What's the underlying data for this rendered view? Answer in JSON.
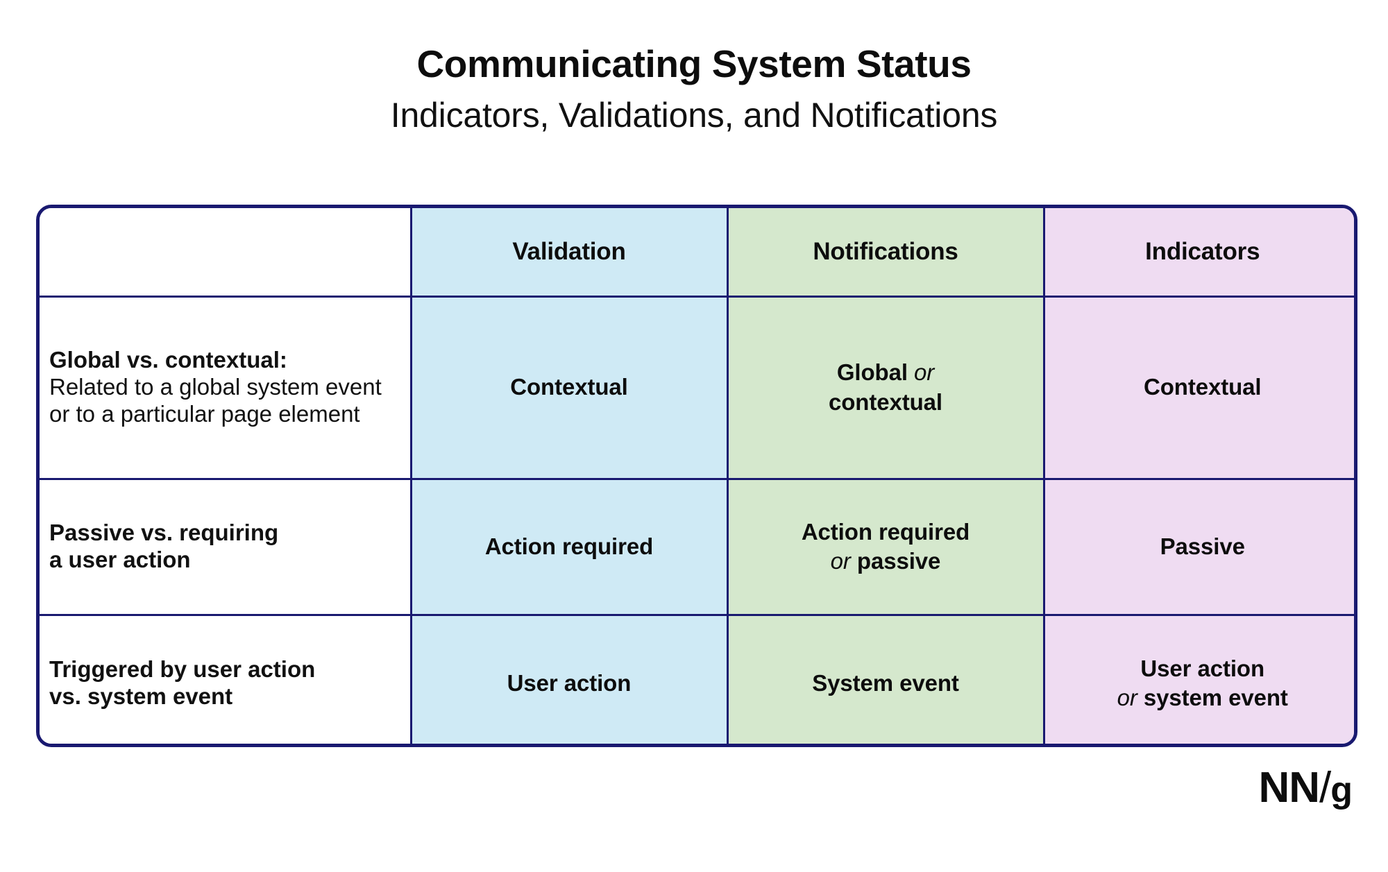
{
  "header": {
    "title": "Communicating System Status",
    "subtitle": "Indicators, Validations, and Notifications"
  },
  "table": {
    "columns": [
      {
        "key": "label",
        "label": "",
        "color": "#ffffff"
      },
      {
        "key": "validation",
        "label": "Validation",
        "color": "#cfeaf5"
      },
      {
        "key": "notifications",
        "label": "Notifications",
        "color": "#d5e8cd"
      },
      {
        "key": "indicators",
        "label": "Indicators",
        "color": "#efdcf2"
      }
    ],
    "rows": [
      {
        "label_bold": "Global vs. contextual:",
        "label_rest": "Related to a global system event or to a particular page element",
        "validation": {
          "line1": "Contextual",
          "line2": "",
          "or": false
        },
        "notifications": {
          "line1_pre": "Global",
          "or_word": "or",
          "line2": "contextual"
        },
        "indicators": {
          "line1": "Contextual",
          "line2": "",
          "or": false
        }
      },
      {
        "label_bold": "Passive vs. requiring",
        "label_bold_2": "a user action",
        "validation": {
          "line1": "Action required",
          "line2": "",
          "or": false
        },
        "notifications": {
          "line1_pre": "Action required",
          "or_word": "or",
          "line2": "passive"
        },
        "indicators": {
          "line1": "Passive",
          "line2": "",
          "or": false
        }
      },
      {
        "label_bold": "Triggered by user action",
        "label_bold_2": "vs. system event",
        "validation": {
          "line1": "User action",
          "line2": "",
          "or": false
        },
        "notifications": {
          "line1_pre": "System event",
          "or_word": "",
          "line2": ""
        },
        "indicators": {
          "line1_pre": "User action",
          "or_word": "or",
          "line2": "system event"
        }
      }
    ]
  },
  "logo": {
    "nn": "NN",
    "slash": "/",
    "g": "g"
  }
}
